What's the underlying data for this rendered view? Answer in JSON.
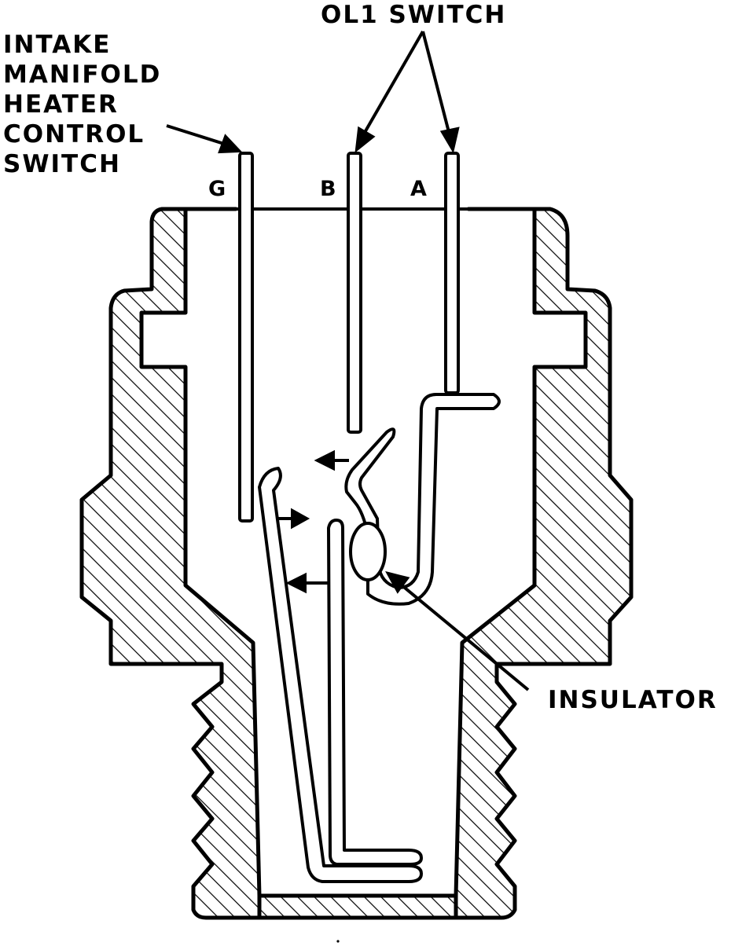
{
  "labels": {
    "intake_heater_switch": [
      "INTAKE",
      "MANIFOLD",
      "HEATER",
      "CONTROL",
      "SWITCH"
    ],
    "ol1_switch": "OL1 SWITCH",
    "insulator": "INSULATOR",
    "terminals": {
      "g": "G",
      "b": "B",
      "a": "A"
    }
  }
}
